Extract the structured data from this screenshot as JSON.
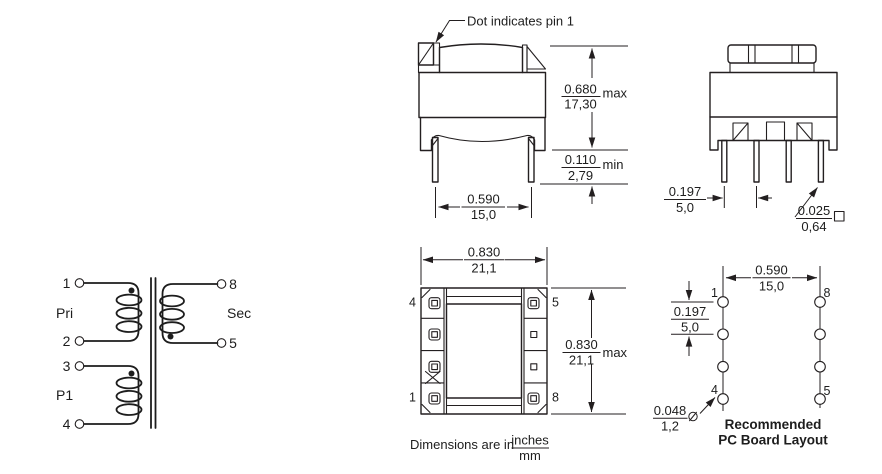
{
  "front_view": {
    "callout": "Dot indicates pin 1",
    "dim_height": {
      "in": "0.680",
      "mm": "17,30",
      "suffix": "max"
    },
    "dim_standoff": {
      "in": "0.110",
      "mm": "2,79",
      "suffix": "min"
    },
    "dim_pin_span": {
      "in": "0.590",
      "mm": "15,0"
    }
  },
  "side_view": {
    "dim_pin_pitch": {
      "in": "0.197",
      "mm": "5,0"
    },
    "dim_pin_square": {
      "in": "0.025",
      "mm": "0,64"
    }
  },
  "bottom_view": {
    "dim_width": {
      "in": "0.830",
      "mm": "21,1"
    },
    "dim_depth": {
      "in": "0.830",
      "mm": "21,1",
      "suffix": "max"
    },
    "pin_top_left": "4",
    "pin_top_right": "5",
    "pin_bottom_left": "1",
    "pin_bottom_right": "8"
  },
  "pcb_layout": {
    "dim_col_span": {
      "in": "0.590",
      "mm": "15,0"
    },
    "dim_pitch": {
      "in": "0.197",
      "mm": "5,0"
    },
    "dim_hole": {
      "in": "0.048",
      "mm": "1,2"
    },
    "pin_top_left": "1",
    "pin_top_right": "8",
    "pin_bottom_left": "4",
    "pin_bottom_right": "5",
    "caption_line1": "Recommended",
    "caption_line2": "PC Board Layout"
  },
  "schematic": {
    "pin1": "1",
    "pin2": "2",
    "pin3": "3",
    "pin4": "4",
    "pin5": "5",
    "pin8": "8",
    "primary_label": "Pri",
    "aux_label": "P1",
    "secondary_label": "Sec"
  },
  "footer": {
    "text": "Dimensions are in",
    "unit_top": "inches",
    "unit_bottom": "mm"
  },
  "colors": {
    "line": "#231f20",
    "text": "#1d1d1d",
    "background": "#ffffff"
  }
}
